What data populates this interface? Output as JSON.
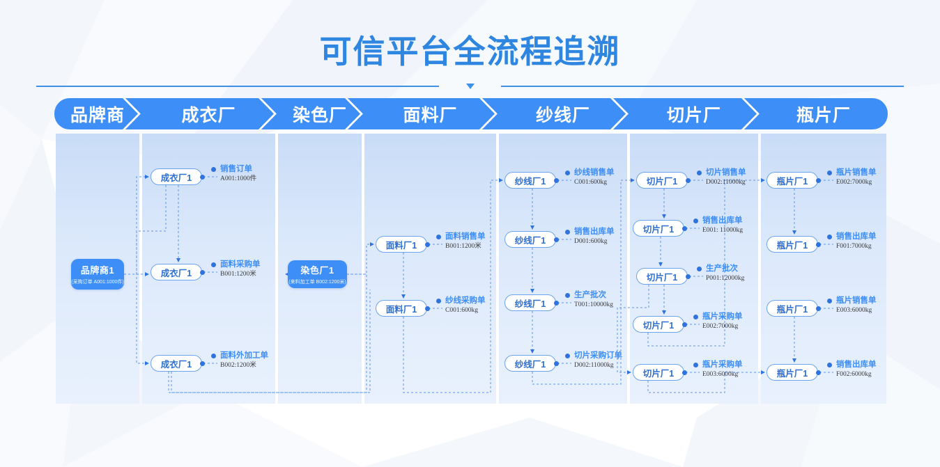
{
  "header": {
    "title": "可信平台全流程追溯"
  },
  "stages": [
    {
      "label": "品牌商"
    },
    {
      "label": "成衣厂"
    },
    {
      "label": "染色厂"
    },
    {
      "label": "面料厂"
    },
    {
      "label": "纱线厂"
    },
    {
      "label": "切片厂"
    },
    {
      "label": "瓶片厂"
    }
  ],
  "nodes": {
    "brand": {
      "title": "品牌商1",
      "subtitle": "(采购订单 A001:1000件)"
    },
    "dye": {
      "title": "染色厂1",
      "subtitle": "(来料加工单 B002:1200米)"
    },
    "garment": [
      {
        "label": "成衣厂1",
        "doc_name": "销售订单",
        "doc_code": "A001:1000件"
      },
      {
        "label": "成衣厂1",
        "doc_name": "面料采购单",
        "doc_code": "B001:1200米"
      },
      {
        "label": "成衣厂1",
        "doc_name": "面料外加工单",
        "doc_code": "B002:1200米"
      }
    ],
    "fabric": [
      {
        "label": "面料厂1",
        "doc_name": "面料销售单",
        "doc_code": "B001:1200米"
      },
      {
        "label": "面料厂1",
        "doc_name": "纱线采购单",
        "doc_code": "C001:600kg"
      }
    ],
    "yarn": [
      {
        "label": "纱线厂1",
        "doc_name": "纱线销售单",
        "doc_code": "C001:600kg"
      },
      {
        "label": "纱线厂1",
        "doc_name": "销售出库单",
        "doc_code": "D001:600kg"
      },
      {
        "label": "纱线厂1",
        "doc_name": "生产批次",
        "doc_code": "T001:10000kg"
      },
      {
        "label": "纱线厂1",
        "doc_name": "切片采购订单",
        "doc_code": "D002:11000kg"
      }
    ],
    "chip": [
      {
        "label": "切片厂1",
        "doc_name": "切片销售单",
        "doc_code": "D002:11000kg"
      },
      {
        "label": "切片厂1",
        "doc_name": "销售出库单",
        "doc_code": "E001: 11000kg"
      },
      {
        "label": "切片厂1",
        "doc_name": "生产批次",
        "doc_code": "P001:12000kg"
      },
      {
        "label": "切片厂1",
        "doc_name": "瓶片采购单",
        "doc_code": "E002:7000kg"
      },
      {
        "label": "切片厂1",
        "doc_name": "瓶片采购单",
        "doc_code": "E003:6000kg"
      }
    ],
    "bottle": [
      {
        "label": "瓶片厂1",
        "doc_name": "瓶片销售单",
        "doc_code": "E002:7000kg"
      },
      {
        "label": "瓶片厂1",
        "doc_name": "销售出库单",
        "doc_code": "F001:7000kg"
      },
      {
        "label": "瓶片厂1",
        "doc_name": "瓶片销售单",
        "doc_code": "E003:6000kg"
      },
      {
        "label": "瓶片厂1",
        "doc_name": "销售出库单",
        "doc_code": "F002:6000kg"
      }
    ]
  },
  "colors": {
    "accent": "#3d8ef7",
    "title": "#2f86e0",
    "node_border": "#6aa4ee",
    "node_text": "#2f6fd0",
    "code_text": "#3a3a3a",
    "column_bg_top": "#c9dcf7",
    "column_bg_bottom": "#e9f1fd"
  }
}
